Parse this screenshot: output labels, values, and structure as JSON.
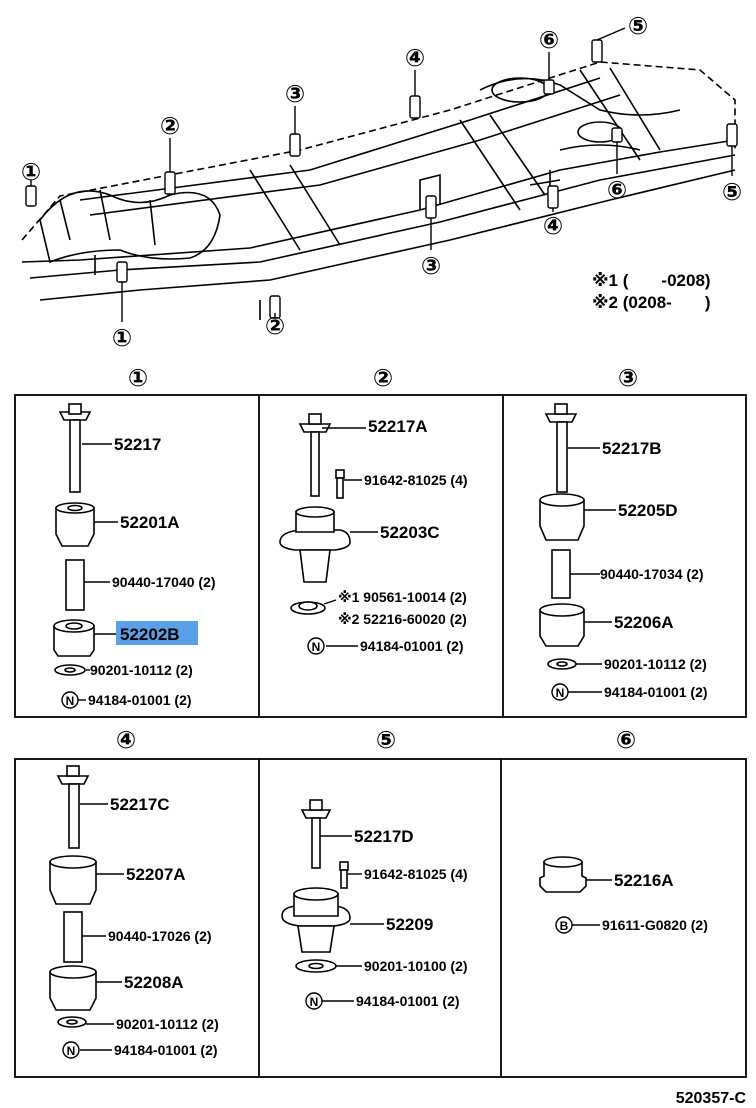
{
  "frame": {
    "callouts_top": [
      "①",
      "②",
      "③",
      "④",
      "⑤",
      "⑥"
    ],
    "note1": "※1 (       -0208)",
    "note2": "※2 (0208-       )"
  },
  "sections": {
    "s1": {
      "num": "①",
      "bolt": "52217",
      "upper": "52201A",
      "sleeve": "90440-17040 (2)",
      "lower": "52202B",
      "washer": "90201-10112 (2)",
      "nut": "94184-01001 (2)",
      "nut_sym": "N"
    },
    "s2": {
      "num": "②",
      "bolt": "52217A",
      "bolt2": "91642-81025 (4)",
      "mount": "52203C",
      "alt1": "※1 90561-10014 (2)",
      "alt2": "※2 52216-60020 (2)",
      "nut": "94184-01001 (2)",
      "nut_sym": "N"
    },
    "s3": {
      "num": "③",
      "bolt": "52217B",
      "upper": "52205D",
      "sleeve": "90440-17034 (2)",
      "lower": "52206A",
      "washer": "90201-10112 (2)",
      "nut": "94184-01001 (2)",
      "nut_sym": "N"
    },
    "s4": {
      "num": "④",
      "bolt": "52217C",
      "upper": "52207A",
      "sleeve": "90440-17026 (2)",
      "lower": "52208A",
      "washer": "90201-10112 (2)",
      "nut": "94184-01001 (2)",
      "nut_sym": "N"
    },
    "s5": {
      "num": "⑤",
      "bolt": "52217D",
      "bolt2": "91642-81025 (4)",
      "mount": "52209",
      "washer": "90201-10100 (2)",
      "nut": "94184-01001 (2)",
      "nut_sym": "N"
    },
    "s6": {
      "num": "⑥",
      "cushion": "52216A",
      "bolt": "91611-G0820 (2)",
      "bolt_sym": "B"
    }
  },
  "footer": {
    "code": "520357-C"
  },
  "highlight_color": "#5aa0e8"
}
